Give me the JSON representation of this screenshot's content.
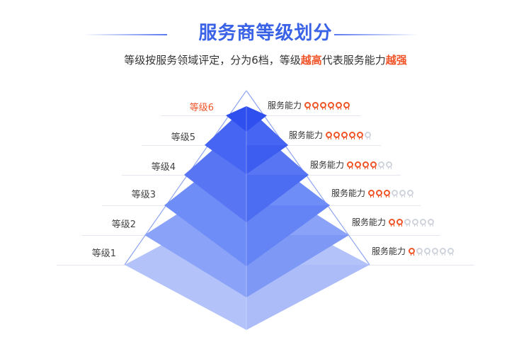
{
  "header": {
    "title": "服务商等级划分",
    "subtitle_parts": [
      "等级按服务领域评定，分为6档，等级",
      "越高",
      "代表服务能力",
      "越强"
    ]
  },
  "levels": [
    {
      "label": "等级6",
      "capability": "服务能力",
      "stars": 6,
      "max": 6
    },
    {
      "label": "等级5",
      "capability": "服务能力",
      "stars": 5,
      "max": 6
    },
    {
      "label": "等级4",
      "capability": "服务能力",
      "stars": 4,
      "max": 6
    },
    {
      "label": "等级3",
      "capability": "服务能力",
      "stars": 3,
      "max": 6
    },
    {
      "label": "等级2",
      "capability": "服务能力",
      "stars": 2,
      "max": 6
    },
    {
      "label": "等级1",
      "capability": "服务能力",
      "stars": 1,
      "max": 6
    }
  ],
  "colors": {
    "accent": "#3a62e6",
    "highlight": "#f0552a",
    "tier_colors": [
      "#3a5cf0",
      "#4a6af2",
      "#5a79f3",
      "#6a87f5",
      "#8099f6",
      "#a8baf9"
    ]
  }
}
